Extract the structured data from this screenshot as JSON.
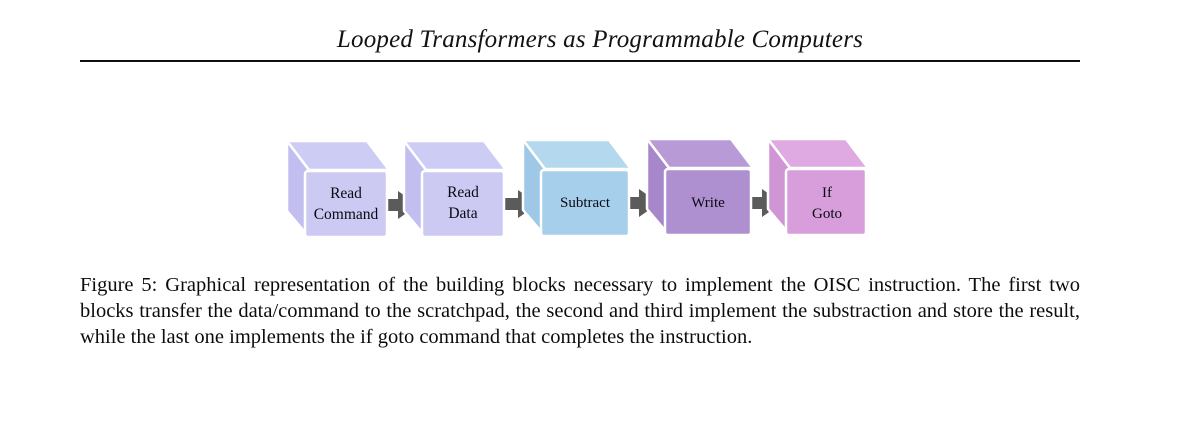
{
  "page": {
    "running_head": "Looped Transformers as Programmable Computers",
    "background_color": "#ffffff",
    "rule_color": "#101010"
  },
  "figure": {
    "name": "oisc-building-blocks-diagram",
    "arrow_color": "#5b5b5b",
    "edge_color": "#ffffff",
    "blocks": [
      {
        "id": "read-command",
        "label_line1": "Read",
        "label_line2": "Command",
        "front_color": "#ccc9f2",
        "top_color": "#ccccf5",
        "side_color": "#c2bff0"
      },
      {
        "id": "read-data",
        "label_line1": "Read",
        "label_line2": "Data",
        "front_color": "#ccc9f2",
        "top_color": "#ccccf5",
        "side_color": "#c2bff0"
      },
      {
        "id": "subtract",
        "label_line1": "Subtract",
        "label_line2": "",
        "front_color": "#a6cfeb",
        "top_color": "#b4d8ee",
        "side_color": "#9ec8e6"
      },
      {
        "id": "write",
        "label_line1": "Write",
        "label_line2": "",
        "front_color": "#ae90d0",
        "top_color": "#b79ad6",
        "side_color": "#a687c9"
      },
      {
        "id": "if-goto",
        "label_line1": "If",
        "label_line2": "Goto",
        "front_color": "#d79edb",
        "top_color": "#dfaae2",
        "side_color": "#d095d4"
      }
    ],
    "arrows": [
      {
        "id": "arrow-1",
        "from": "read-command",
        "to": "read-data"
      },
      {
        "id": "arrow-2",
        "from": "read-data",
        "to": "subtract"
      },
      {
        "id": "arrow-3",
        "from": "subtract",
        "to": "write"
      },
      {
        "id": "arrow-4",
        "from": "write",
        "to": "if-goto"
      }
    ]
  },
  "caption": {
    "label": "Figure 5:",
    "text": "Graphical representation of the building blocks necessary to implement the OISC instruction. The first two blocks transfer the data/command to the scratchpad, the second and third implement the substraction and store the result, while the last one implements the if goto command that completes the instruction."
  }
}
